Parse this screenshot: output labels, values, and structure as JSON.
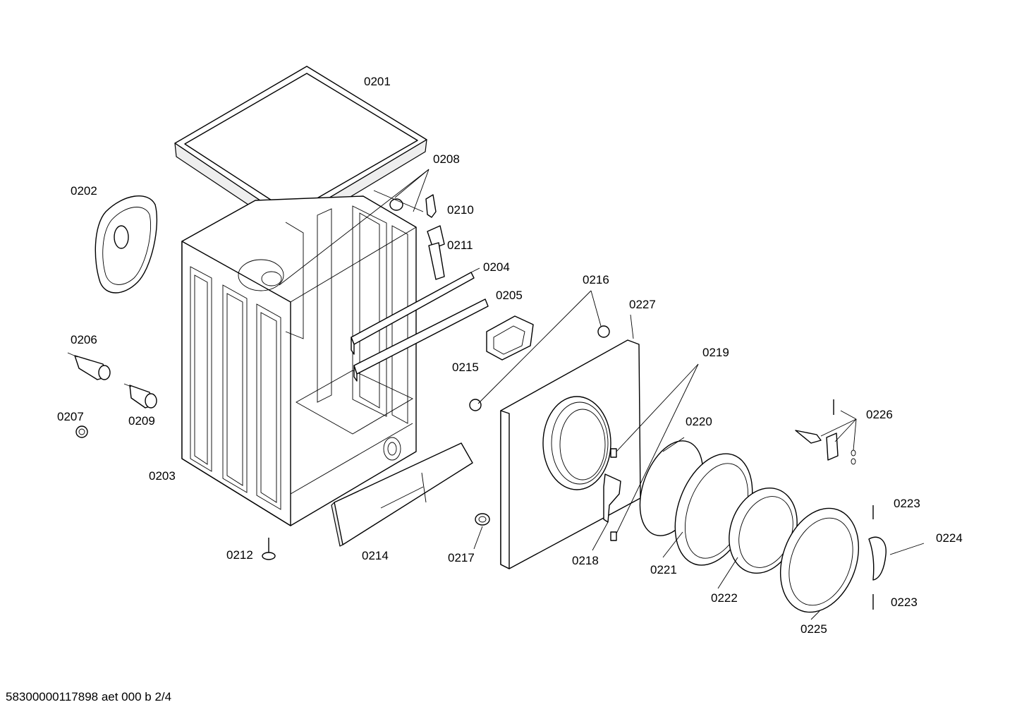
{
  "parts": {
    "p0201": "0201",
    "p0202": "0202",
    "p0203": "0203",
    "p0204": "0204",
    "p0205": "0205",
    "p0206": "0206",
    "p0207": "0207",
    "p0208": "0208",
    "p0209": "0209",
    "p0210": "0210",
    "p0211": "0211",
    "p0212": "0212",
    "p0214": "0214",
    "p0215": "0215",
    "p0216": "0216",
    "p0217": "0217",
    "p0218": "0218",
    "p0219": "0219",
    "p0220": "0220",
    "p0221": "0221",
    "p0222": "0222",
    "p0223a": "0223",
    "p0223b": "0223",
    "p0224": "0224",
    "p0225": "0225",
    "p0226": "0226",
    "p0227": "0227"
  },
  "footer": {
    "code": "58300000117898 aet 000 b 2/4"
  }
}
